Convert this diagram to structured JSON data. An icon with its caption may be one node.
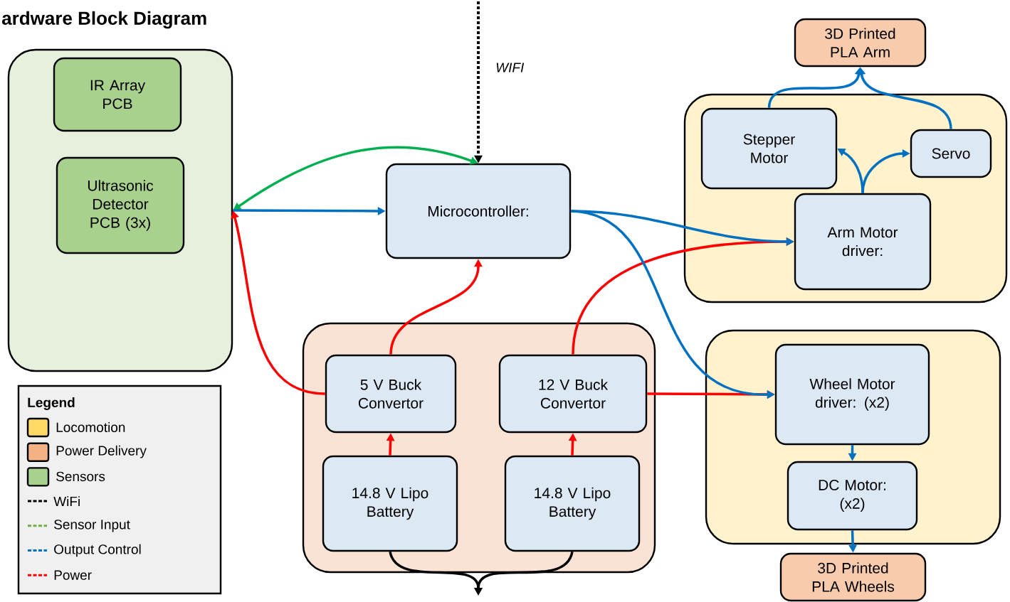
{
  "diagram": {
    "title": "ardware Block Diagram",
    "nodes": [
      {
        "text": [],
        "shape": "box"
      },
      {
        "text": [
          "IR Array PCB"
        ],
        "in": 0
      },
      {
        "text": [
          "Ultrasonic Detector PCB (3x)"
        ],
        "in": 0
      },
      {
        "text": [
          "Microcontroller:"
        ]
      },
      {
        "text": [],
        "shape": "box"
      },
      {
        "text": [
          "Stepper Motor"
        ],
        "in": 4
      },
      {
        "text": [
          "Servo"
        ],
        "in": 4
      },
      {
        "text": [
          "Arm Motor driver:"
        ],
        "in": 4
      },
      {
        "text": [
          "3D Printed PLA Arm"
        ]
      },
      {
        "text": [],
        "shape": "box"
      },
      {
        "text": [
          "5 V Buck Convertor"
        ],
        "in": 9
      },
      {
        "text": [
          "12 V Buck Convertor"
        ],
        "in": 9
      },
      {
        "text": [
          "14.8 V Lipo Battery"
        ],
        "in": 9
      },
      {
        "text": [
          "14.8 V Lipo Battery"
        ],
        "in": 9
      },
      {
        "text": [],
        "shape": "box"
      },
      {
        "text": [
          "Wheel Motor driver: (x2)"
        ],
        "in": 14
      },
      {
        "text": [
          "DC Motor: (x2)"
        ],
        "in": 14
      },
      {
        "text": [
          "3D Printed PLA Wheels"
        ]
      }
    ],
    "edges": [
      {
        "from": null,
        "to": 3,
        "arrow": "to",
        "label": "WIFI",
        "style": "dashed",
        "color": "#000000"
      },
      {
        "from": 0,
        "to": 3,
        "arrow": "both",
        "color": "#00b050"
      },
      {
        "from": 0,
        "to": 3,
        "arrow": "to"
      },
      {
        "from": 10,
        "to": 0,
        "arrow": "to",
        "color": "#ff0000"
      },
      {
        "from": 10,
        "to": 3,
        "arrow": "to",
        "color": "#ff0000"
      },
      {
        "from": 11,
        "to": 7,
        "arrow": "to",
        "color": "#ff0000"
      },
      {
        "from": 11,
        "to": 15,
        "arrow": "to",
        "color": "#ff0000"
      },
      {
        "from": 12,
        "to": 10,
        "arrow": "to",
        "color": "#ff0000"
      },
      {
        "from": 13,
        "to": 11,
        "arrow": "to",
        "color": "#ff0000"
      },
      {
        "from": 3,
        "to": 7,
        "arrow": "to"
      },
      {
        "from": 3,
        "to": 15,
        "arrow": "to"
      },
      {
        "from": 7,
        "to": 5,
        "arrow": "to"
      },
      {
        "from": 7,
        "to": 6,
        "arrow": "to"
      },
      {
        "from": 5,
        "to": 8,
        "arrow": "to"
      },
      {
        "from": 6,
        "to": 8,
        "arrow": "to"
      },
      {
        "from": 15,
        "to": 16,
        "arrow": "to"
      },
      {
        "from": 16,
        "to": 17,
        "arrow": "to"
      },
      {
        "from": 12,
        "to": null,
        "arrow": "to",
        "color": "#000000"
      },
      {
        "from": 13,
        "to": null,
        "arrow": "to",
        "color": "#000000"
      }
    ],
    "labels": [
      "Legend"
    ],
    "legend": [
      {
        "text": "Locomotion",
        "color": "#ffd966"
      },
      {
        "text": "Power Delivery",
        "color": "#f4b183"
      },
      {
        "text": "Sensors",
        "color": "#a9d18e"
      },
      {
        "text": "WiFi"
      },
      {
        "text": "Sensor Input"
      },
      {
        "text": "Output Control"
      },
      {
        "text": "Power"
      }
    ]
  }
}
